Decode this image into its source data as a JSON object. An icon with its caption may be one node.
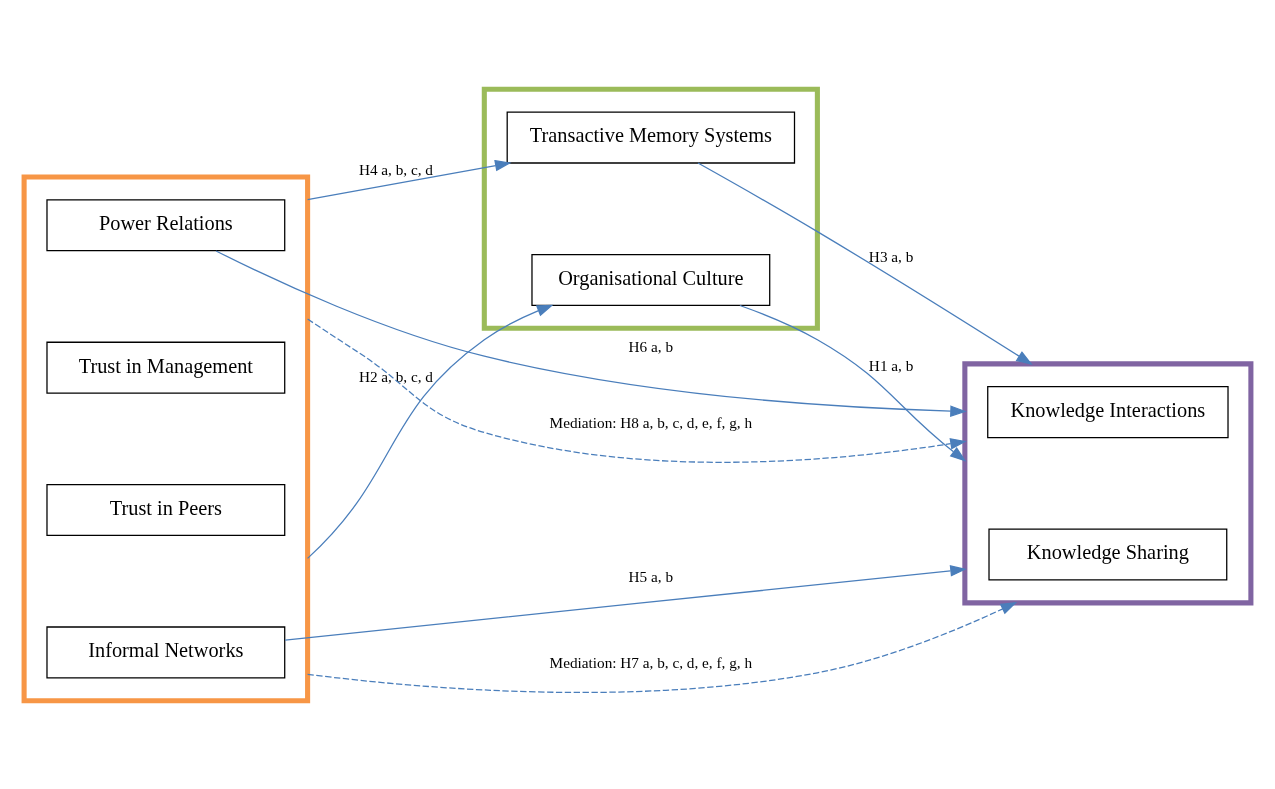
{
  "diagram": {
    "nodes": [
      {
        "text": [],
        "shape": "box"
      },
      {
        "text": [
          "Informal Networks"
        ],
        "in": 0
      },
      {
        "text": [
          "Trust in Peers"
        ],
        "in": 0
      },
      {
        "text": [
          "Trust in Management"
        ],
        "in": 0
      },
      {
        "text": [
          "Power Relations"
        ],
        "in": 0
      },
      {
        "text": [],
        "shape": "box"
      },
      {
        "text": [
          "Organisational Culture"
        ],
        "in": 5
      },
      {
        "text": [
          "Transactive Memory Systems"
        ],
        "in": 5
      },
      {
        "text": [],
        "shape": "box"
      },
      {
        "text": [
          "Knowledge Sharing"
        ],
        "in": 8
      },
      {
        "text": [
          "Knowledge Interactions"
        ],
        "in": 8
      }
    ],
    "edges": [
      {
        "from": 0,
        "to": 8,
        "arrow": "to",
        "label": "Mediation: H7 a, b, c, d, e, f, g, h",
        "style": "dashed"
      },
      {
        "from": 1,
        "to": 8,
        "arrow": "to",
        "label": "H5 a, b"
      },
      {
        "from": 0,
        "to": 6,
        "arrow": "to",
        "label": "H2 a, b, c, d"
      },
      {
        "from": 6,
        "to": 8,
        "arrow": "to",
        "label": "H1 a, b"
      },
      {
        "from": 0,
        "to": 7,
        "arrow": "to",
        "label": "H4 a, b, c, d"
      },
      {
        "from": 7,
        "to": 8,
        "arrow": "to",
        "label": "H3 a, b"
      },
      {
        "from": 4,
        "to": 8,
        "arrow": "to",
        "label": "H6 a, b"
      },
      {
        "from": 0,
        "to": 8,
        "arrow": "to",
        "label": "Mediation: H8 a, b, c, d, e, f, g, h",
        "style": "dashed"
      }
    ]
  }
}
